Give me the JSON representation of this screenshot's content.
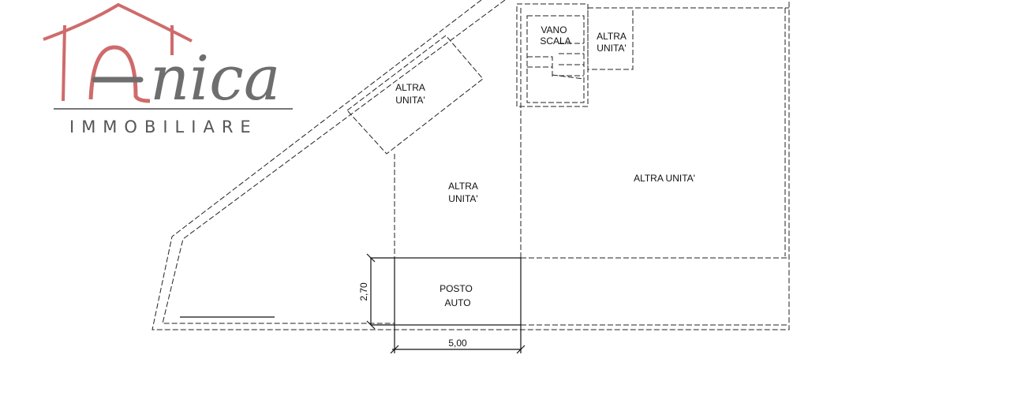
{
  "logo": {
    "brand": "Anica",
    "brand_suffix": "nica",
    "subtitle": "IMMOBILIARE",
    "colors": {
      "roof": "#cf6b6b",
      "text": "#6e6e6e"
    }
  },
  "plan": {
    "rooms": [
      {
        "line1": "ALTRA",
        "line2": "UNITA'"
      },
      {
        "line1": "ALTRA",
        "line2": "UNITA'"
      },
      {
        "line1": "ALTRA UNITA'"
      },
      {
        "line1": "VANO",
        "line2": "SCALA"
      },
      {
        "line1": "ALTRA",
        "line2": "UNITA'"
      },
      {
        "line1": "POSTO",
        "line2": "AUTO"
      }
    ],
    "dimensions": {
      "height": "2,70",
      "width": "5,00"
    }
  }
}
